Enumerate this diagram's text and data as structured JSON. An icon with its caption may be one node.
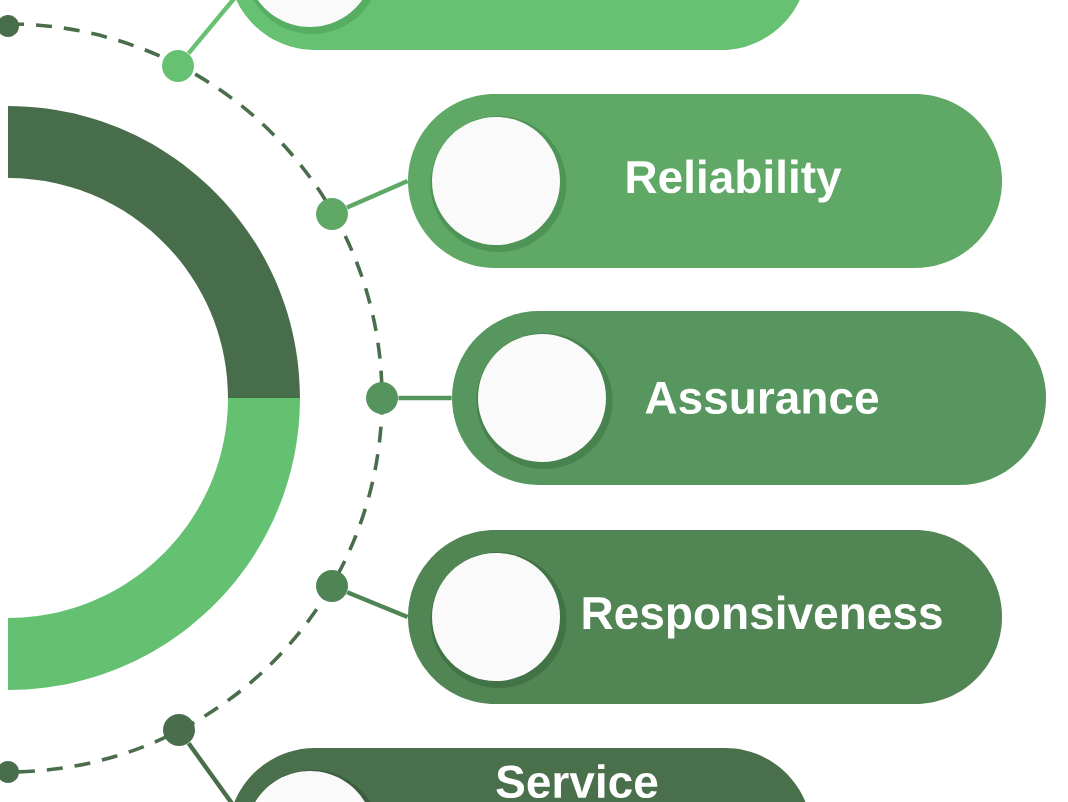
{
  "diagram": {
    "nodes": [
      {
        "text": [],
        "shape": "box"
      },
      {
        "text": [
          "Reliability"
        ]
      },
      {
        "text": [
          "Assurance"
        ]
      },
      {
        "text": [
          "Responsiveness"
        ]
      },
      {
        "text": [
          "Service"
        ]
      },
      {
        "text": [],
        "shape": "circle"
      },
      {
        "text": [],
        "shape": "circle"
      },
      {
        "text": [],
        "shape": "circle"
      },
      {
        "text": [],
        "shape": "circle"
      },
      {
        "text": [],
        "shape": "circle"
      }
    ],
    "edges": [
      {
        "from": 5,
        "to": 0,
        "arrow": "none",
        "color": "#66c172"
      },
      {
        "from": 6,
        "to": 1,
        "arrow": "none",
        "color": "#5fa866"
      },
      {
        "from": 7,
        "to": 2,
        "arrow": "none",
        "color": "#56945e"
      },
      {
        "from": 8,
        "to": 3,
        "arrow": "none",
        "color": "#4f8455"
      },
      {
        "from": 9,
        "to": 4,
        "arrow": "none",
        "color": "#4a6e4c"
      }
    ]
  }
}
